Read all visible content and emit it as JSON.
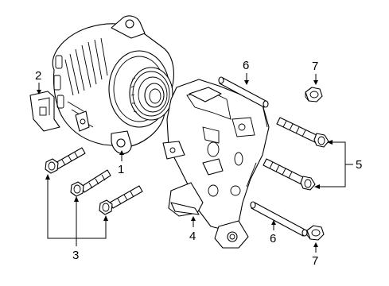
{
  "diagram": {
    "callouts": [
      {
        "id": "c1",
        "label": "1"
      },
      {
        "id": "c2",
        "label": "2"
      },
      {
        "id": "c3",
        "label": "3"
      },
      {
        "id": "c4",
        "label": "4"
      },
      {
        "id": "c5",
        "label": "5"
      },
      {
        "id": "c6a",
        "label": "6"
      },
      {
        "id": "c6b",
        "label": "6"
      },
      {
        "id": "c7a",
        "label": "7"
      },
      {
        "id": "c7b",
        "label": "7"
      }
    ],
    "parts": [
      "alternator",
      "heat-shield",
      "mounting-bolt",
      "alternator-bracket",
      "bracket-bolt",
      "stud",
      "nut",
      "tensioner-bracket"
    ]
  }
}
